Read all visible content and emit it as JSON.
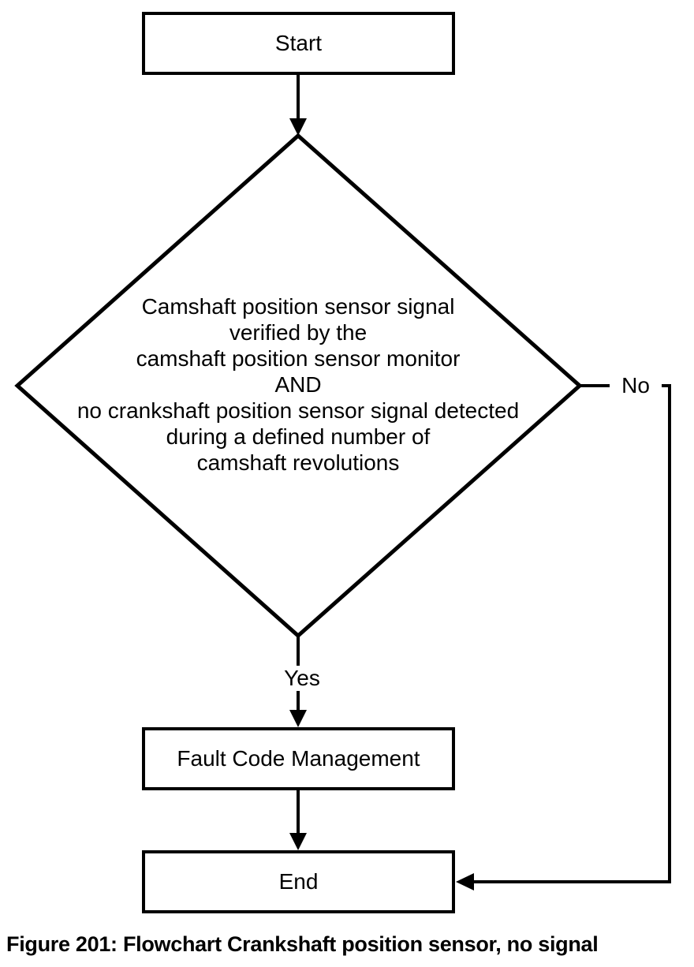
{
  "figure": {
    "caption": "Figure 201: Flowchart Crankshaft position sensor, no signal"
  },
  "nodes": {
    "start": {
      "label": "Start"
    },
    "decision": {
      "lines": [
        "Camshaft position sensor signal",
        "verified by the",
        "camshaft position sensor monitor",
        "AND",
        "no crankshaft position sensor signal detected",
        "during a defined number of",
        "camshaft revolutions"
      ]
    },
    "fault": {
      "label": "Fault Code Management"
    },
    "end": {
      "label": "End"
    }
  },
  "edges": {
    "yes_label": "Yes",
    "no_label": "No"
  },
  "colors": {
    "line": "#000000",
    "background": "#ffffff"
  }
}
